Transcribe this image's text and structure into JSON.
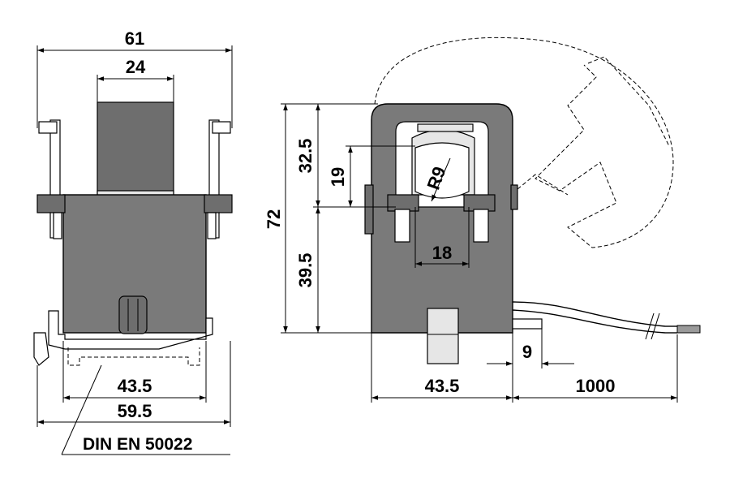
{
  "front_view": {
    "width_top": "61",
    "width_core": "24",
    "width_rail": "43.5",
    "width_overall": "59.5",
    "rail_standard": "DIN EN 50022"
  },
  "side_view": {
    "height_total": "72",
    "height_upper": "32.5",
    "height_window": "19",
    "height_lower": "39.5",
    "radius": "R9",
    "window_width": "18",
    "width_body": "43.5",
    "cable_offset": "9",
    "cable_length": "1000"
  },
  "colors": {
    "body": "#7a7a7a",
    "dark_part": "#6e6e6e",
    "light_part": "#e6e6e6",
    "line": "#000000"
  }
}
